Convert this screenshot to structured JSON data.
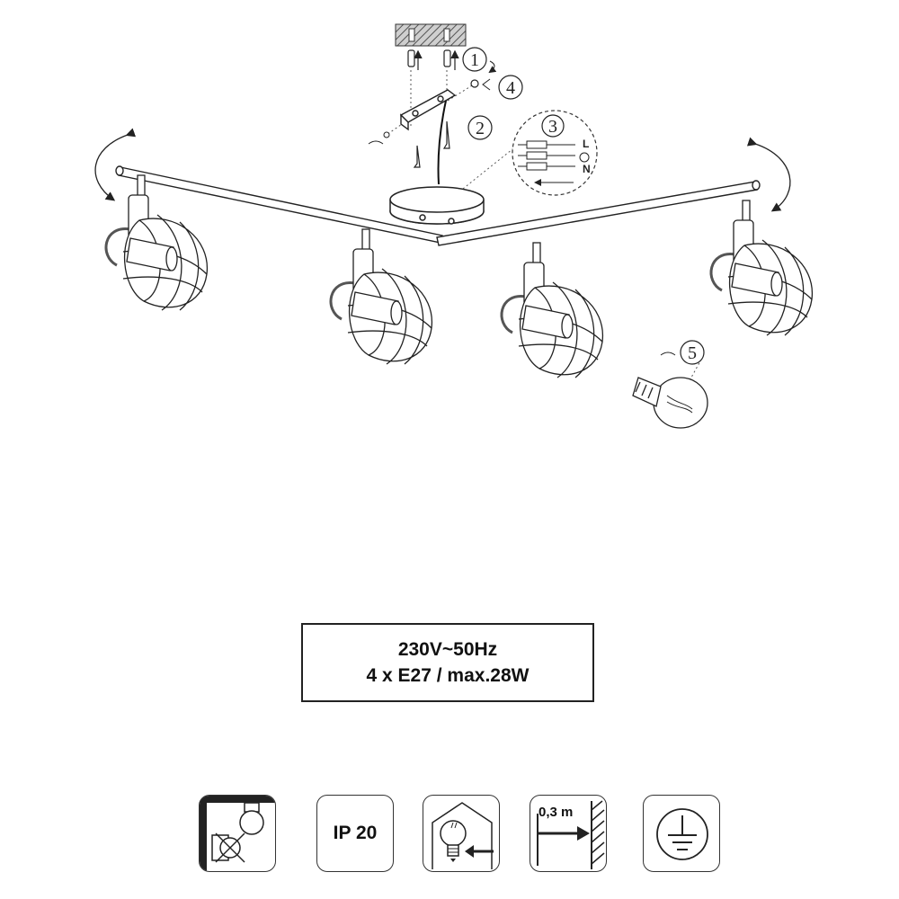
{
  "assembly_steps": [
    "1",
    "2",
    "3",
    "4",
    "5"
  ],
  "wiring": {
    "live": "L",
    "neutral": "N"
  },
  "spec": {
    "line1": "230V~50Hz",
    "line2": "4 x E27 / max.28W"
  },
  "icons": [
    {
      "name": "not-for-recessed-mounting-icon"
    },
    {
      "name": "ip-rating-icon",
      "label": "IP 20"
    },
    {
      "name": "indoor-use-icon"
    },
    {
      "name": "min-distance-icon",
      "label": "0,3 m"
    },
    {
      "name": "protective-earth-icon"
    }
  ]
}
